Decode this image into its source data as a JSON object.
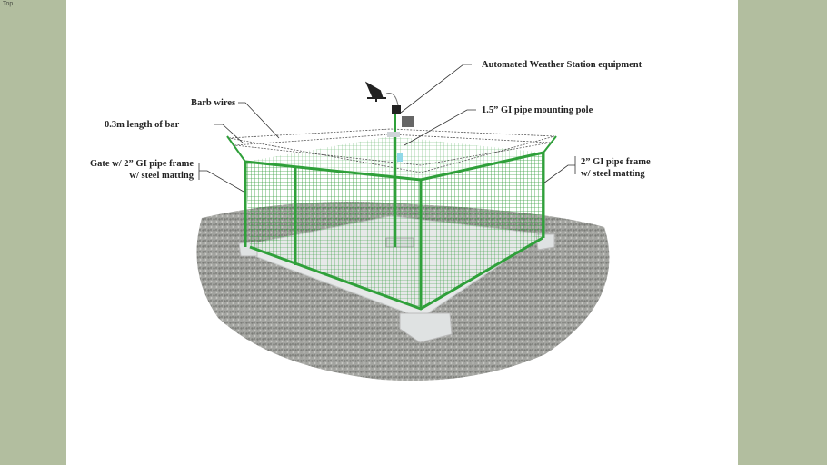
{
  "view": {
    "camera_label": "Top"
  },
  "colors": {
    "background": "#b2be9f",
    "canvas": "#ffffff",
    "fence": "#2fa03a",
    "gravel": "#9a9a96",
    "concrete": "#e4e6e6"
  },
  "annotations": {
    "aws_equipment": "Automated Weather Station equipment",
    "mounting_pole": "1.5” GI pipe mounting pole",
    "barb_wires": "Barb wires",
    "bar_length": "0.3m length of bar",
    "gate_line1": "Gate w/ 2” GI pipe frame",
    "gate_line2": "w/ steel matting",
    "frame_line1": "2” GI pipe frame",
    "frame_line2": "w/ steel matting"
  }
}
